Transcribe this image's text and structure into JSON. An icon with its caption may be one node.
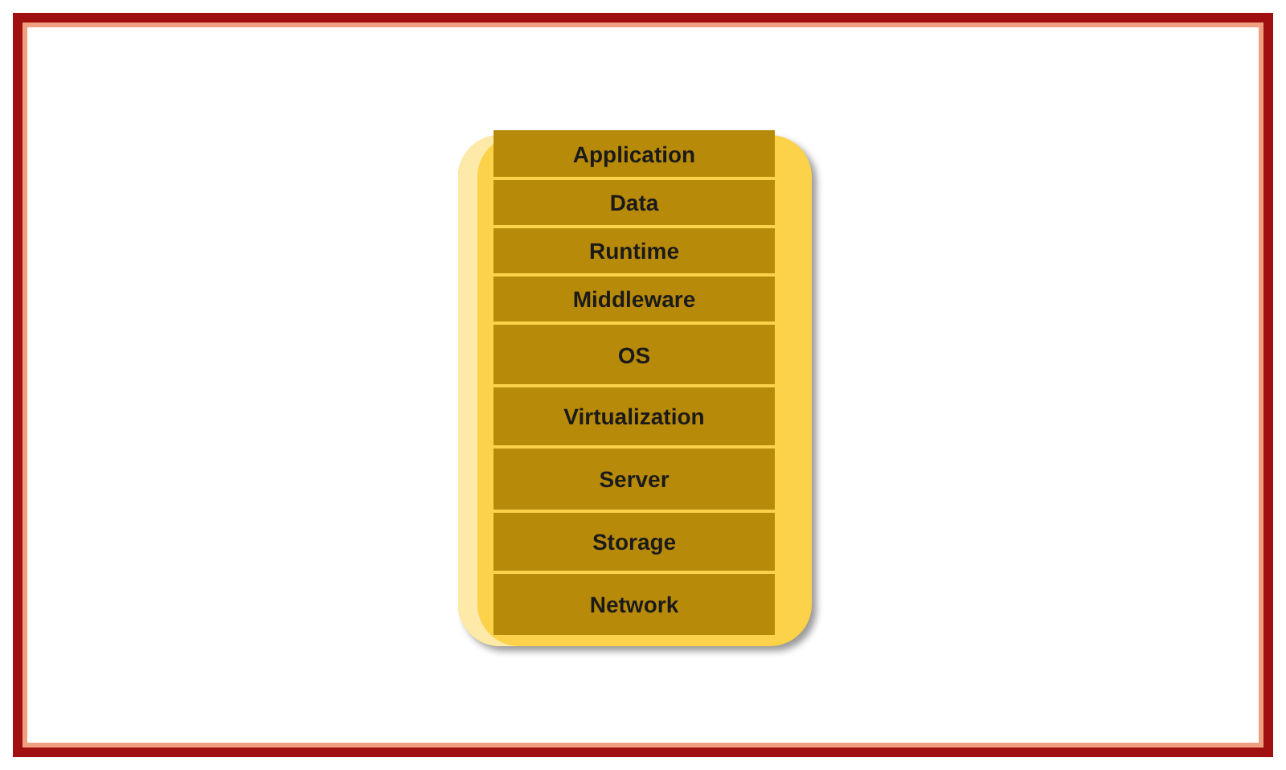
{
  "diagram": {
    "nodes": [
      {
        "text": [],
        "shape": "box"
      },
      {
        "text": [
          "Application"
        ],
        "in": 0
      },
      {
        "text": [
          "Data"
        ],
        "in": 0
      },
      {
        "text": [
          "Runtime"
        ],
        "in": 0
      },
      {
        "text": [
          "Middleware"
        ],
        "in": 0
      },
      {
        "text": [
          "OS"
        ],
        "in": 0
      },
      {
        "text": [
          "Virtualization"
        ],
        "in": 0
      },
      {
        "text": [
          "Server"
        ],
        "in": 0
      },
      {
        "text": [
          "Storage"
        ],
        "in": 0
      },
      {
        "text": [
          "Network"
        ],
        "in": 0
      }
    ]
  }
}
